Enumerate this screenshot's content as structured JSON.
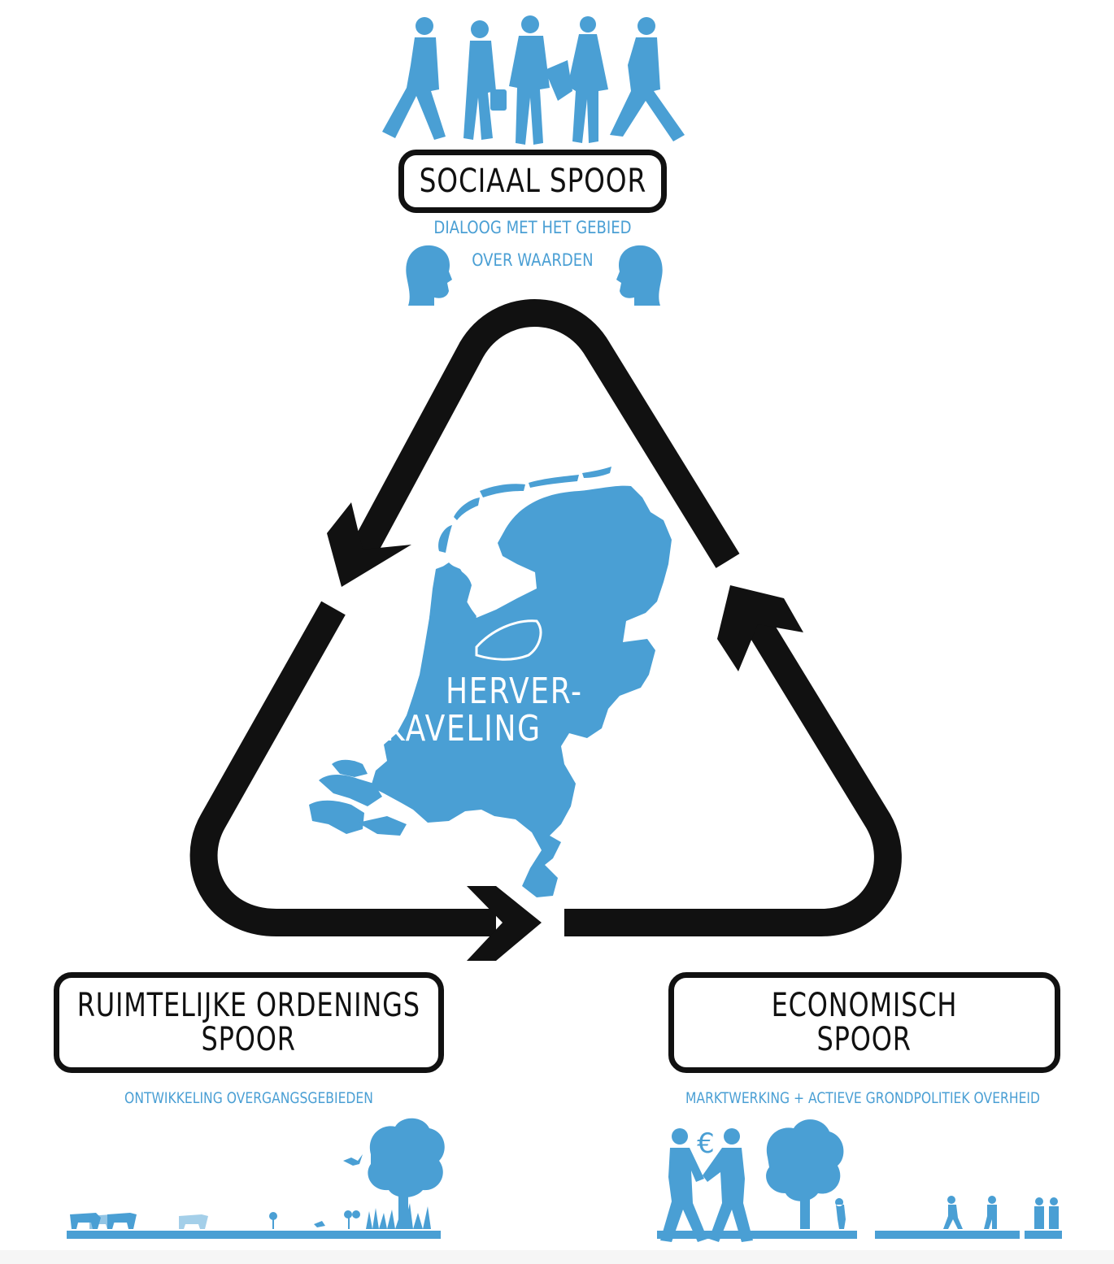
{
  "colors": {
    "accent": "#4a9fd4",
    "ink": "#111111",
    "background": "#ffffff"
  },
  "social": {
    "title": "SOCIAAL SPOOR",
    "subtitle_line1": "DIALOOG MET HET GEBIED",
    "subtitle_line2": "OVER WAARDEN"
  },
  "spatial": {
    "title_line1": "RUIMTELIJKE ORDENINGS",
    "title_line2": "SPOOR",
    "subtitle": "ONTWIKKELING OVERGANGSGEBIEDEN"
  },
  "economic": {
    "title_line1": "ECONOMISCH",
    "title_line2": "SPOOR",
    "subtitle": "MARKTWERKING + ACTIEVE GRONDPOLITIEK OVERHEID"
  },
  "center": {
    "line1": "HERVER-",
    "line2": "KAVELING"
  },
  "icons": {
    "people_top": "walking-people-icon",
    "heads": "talking-heads-icon",
    "map": "netherlands-map-icon",
    "landscape": "rural-landscape-icon",
    "economy": "handshake-euro-icon",
    "euro_symbol": "€"
  }
}
